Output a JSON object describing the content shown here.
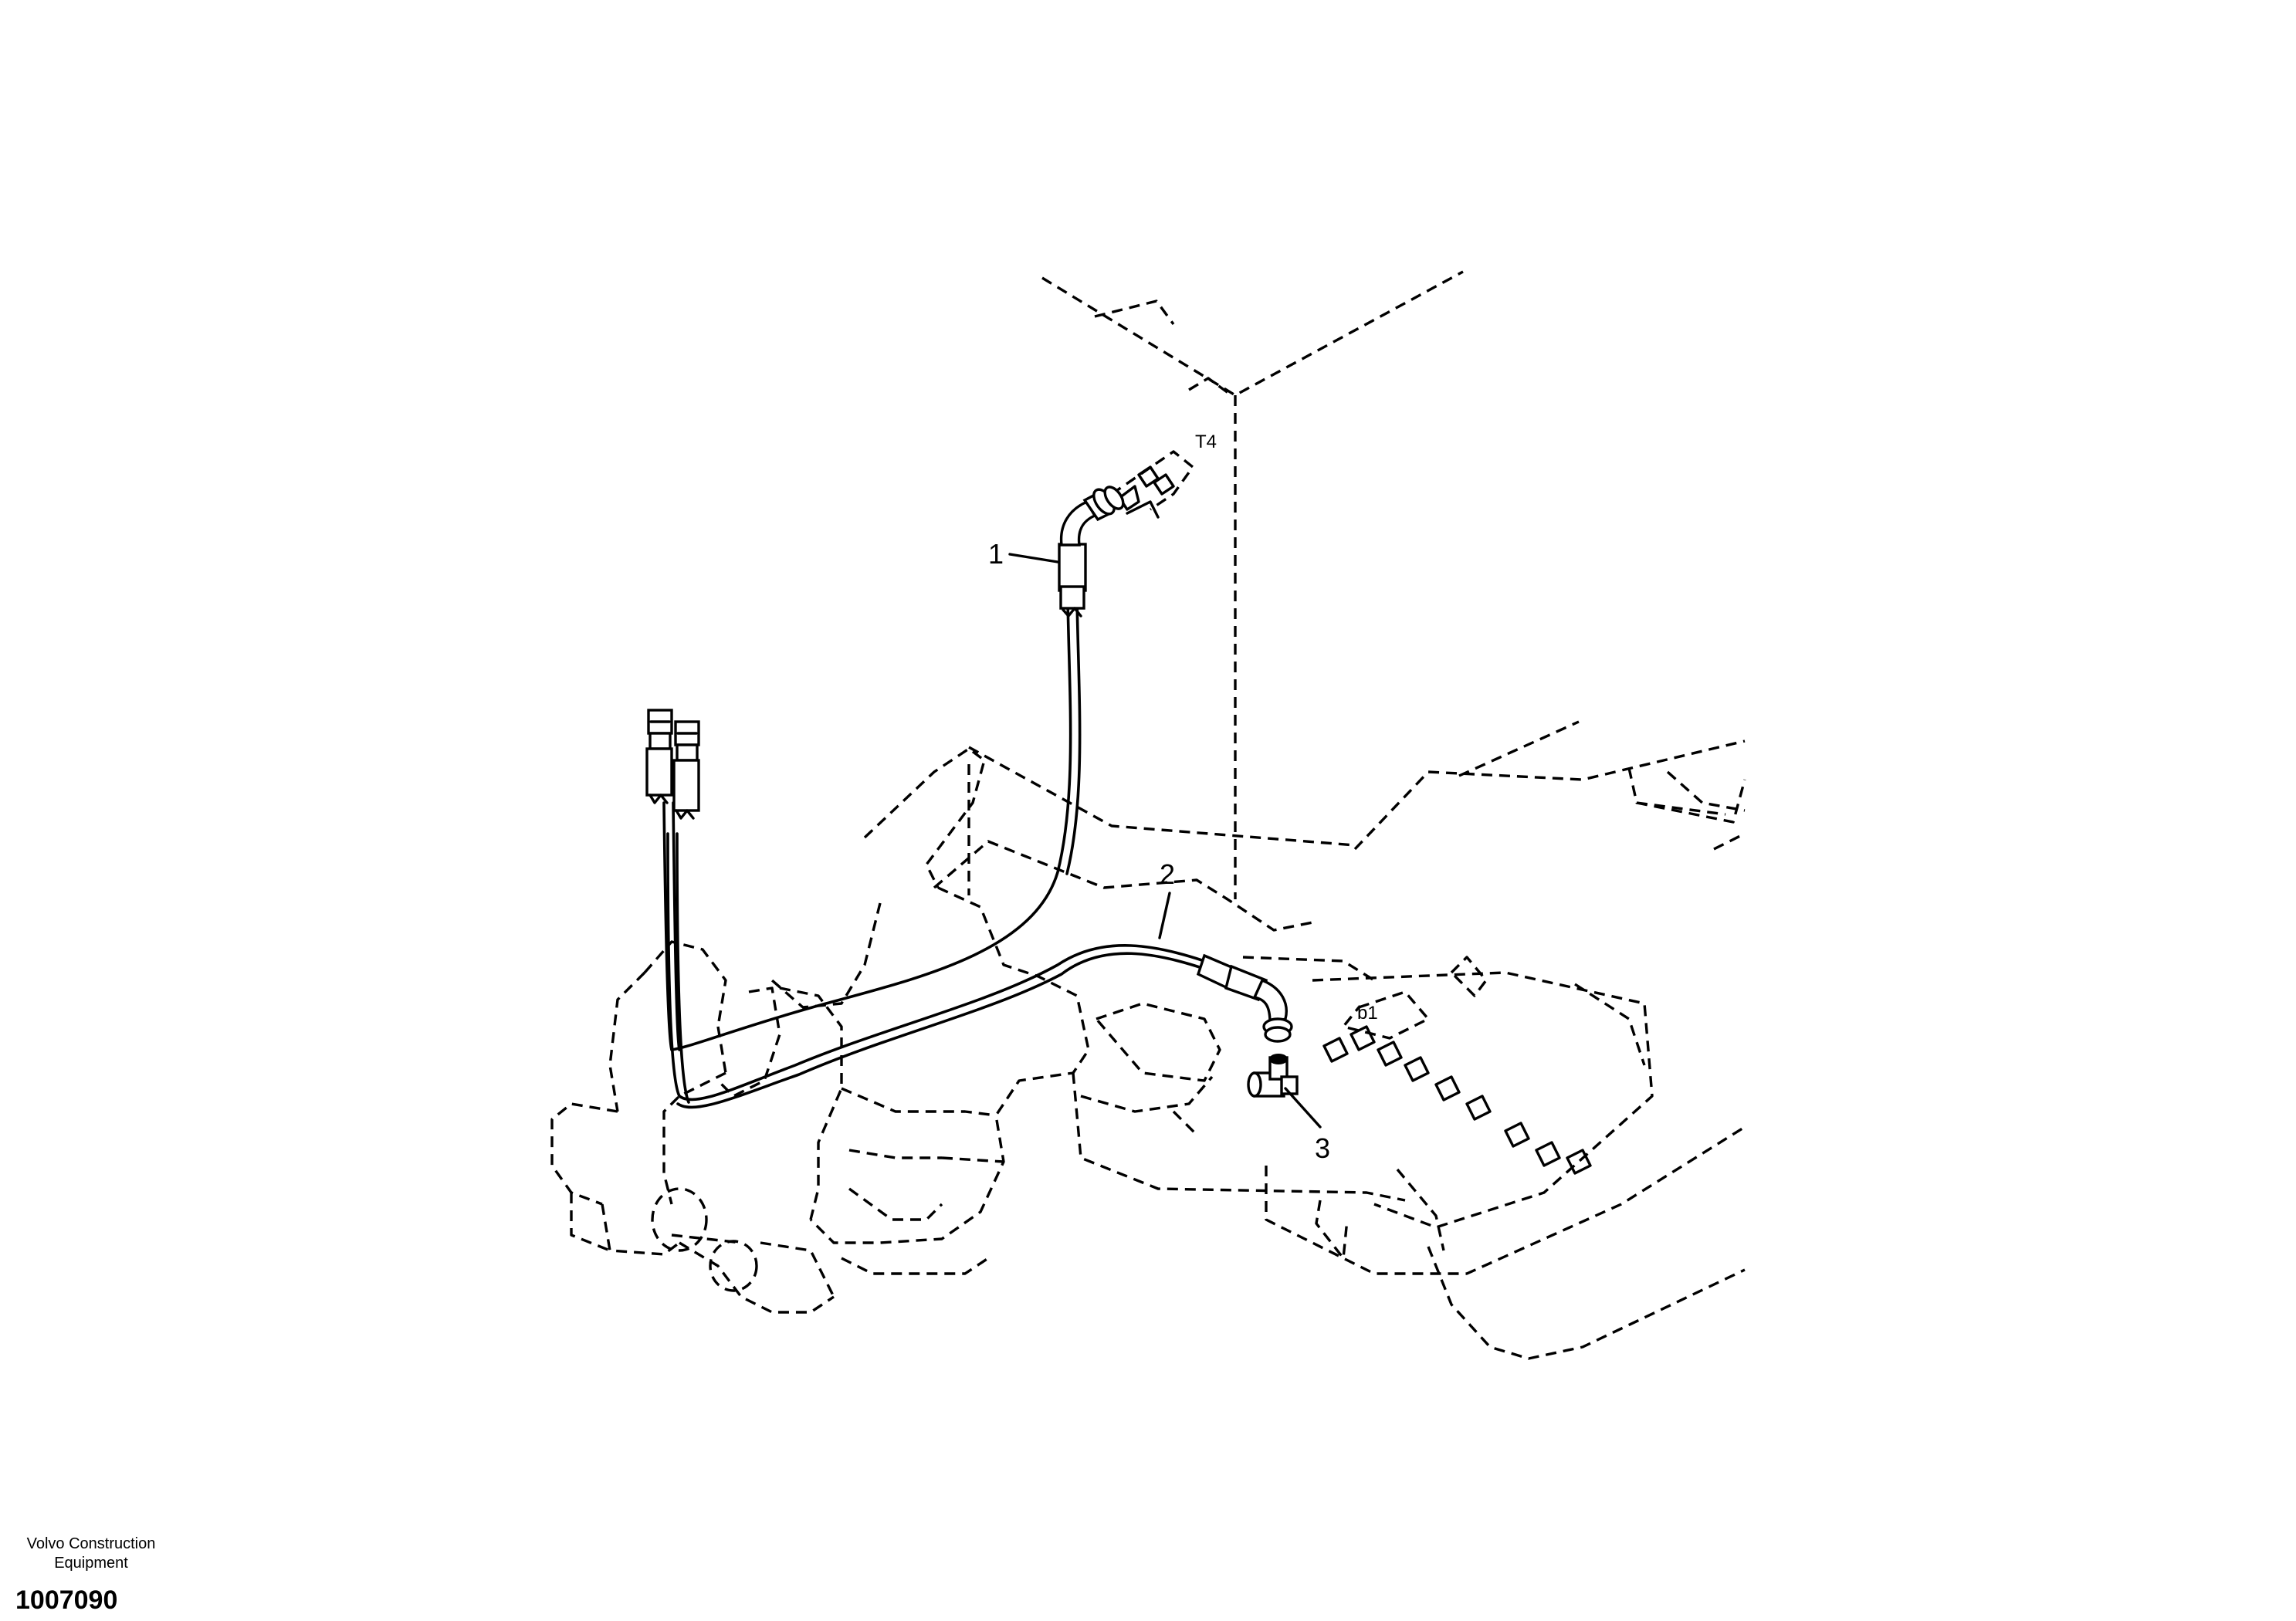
{
  "diagram": {
    "callouts": [
      "1",
      "2",
      "3"
    ],
    "port_labels": [
      "T4",
      "b1"
    ]
  },
  "footer": {
    "brand": "Volvo Construction\nEquipment",
    "part_number": "1007090"
  }
}
